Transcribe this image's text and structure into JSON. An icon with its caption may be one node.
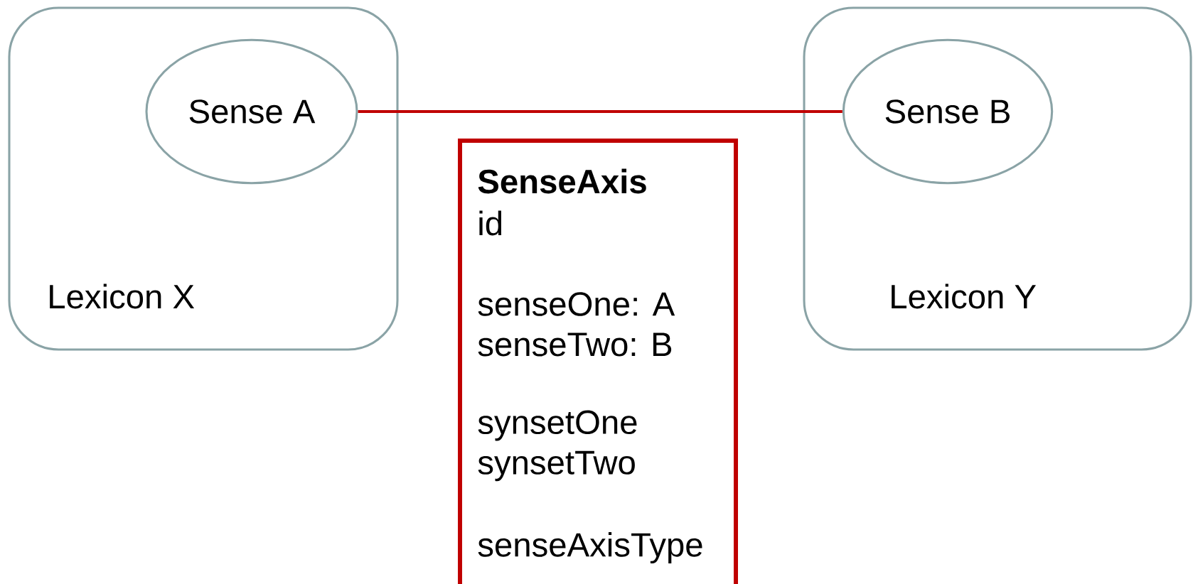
{
  "diagram": {
    "nodes": [
      {
        "text": [
          "Lexicon X"
        ]
      },
      {
        "text": [
          "Sense A"
        ],
        "in": 0
      },
      {
        "text": [
          "Lexicon Y"
        ]
      },
      {
        "text": [
          "Sense B"
        ],
        "in": 2
      },
      {
        "text": [
          "SenseAxis",
          "id",
          "senseOne: A",
          "senseTwo: B",
          "synsetOne",
          "synsetTwo",
          "senseAxisType"
        ]
      }
    ],
    "edges": [
      {
        "from": 1,
        "to": 3,
        "arrow": "none",
        "color": "#c00000"
      }
    ]
  }
}
